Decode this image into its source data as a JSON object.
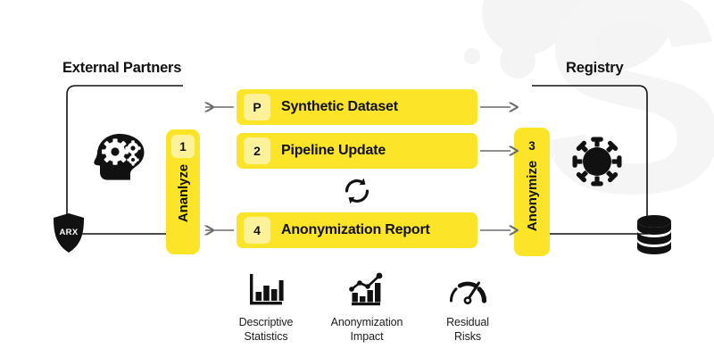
{
  "diagram": {
    "groups": {
      "left": {
        "title": "External Partners",
        "icons": [
          "head-gears-icon",
          "arx-shield-icon"
        ],
        "badge_text": "ARX"
      },
      "right": {
        "title": "Registry",
        "icons": [
          "virus-icon",
          "database-icon"
        ]
      }
    },
    "stages": [
      {
        "id": "analyze",
        "number": "1",
        "label": "Ananlyze"
      },
      {
        "id": "anonymize",
        "number": "3",
        "label": "Anonymize"
      }
    ],
    "flows": [
      {
        "id": "synthetic-dataset",
        "badge": "P",
        "label": "Synthetic Dataset",
        "direction": "left"
      },
      {
        "id": "pipeline-update",
        "badge": "2",
        "label": "Pipeline Update",
        "direction": "right"
      },
      {
        "id": "anonymization-report",
        "badge": "4",
        "label": "Anonymization Report",
        "direction": "left"
      }
    ],
    "loop_icon": "sync-refresh-icon",
    "metrics": [
      {
        "id": "descriptive-statistics",
        "icon": "bar-chart-icon",
        "line1": "Descriptive",
        "line2": "Statistics"
      },
      {
        "id": "anonymization-impact",
        "icon": "trending-chart-icon",
        "line1": "Anonymization",
        "line2": "Impact"
      },
      {
        "id": "residual-risks",
        "icon": "gauge-icon",
        "line1": "Residual",
        "line2": "Risks"
      }
    ],
    "colors": {
      "accent": "#fce428",
      "accent_light": "#fdf19a",
      "ink": "#111111",
      "arrow": "#6b6b6b",
      "watermark": "#f4f4f4"
    },
    "watermark_letter": "S"
  }
}
